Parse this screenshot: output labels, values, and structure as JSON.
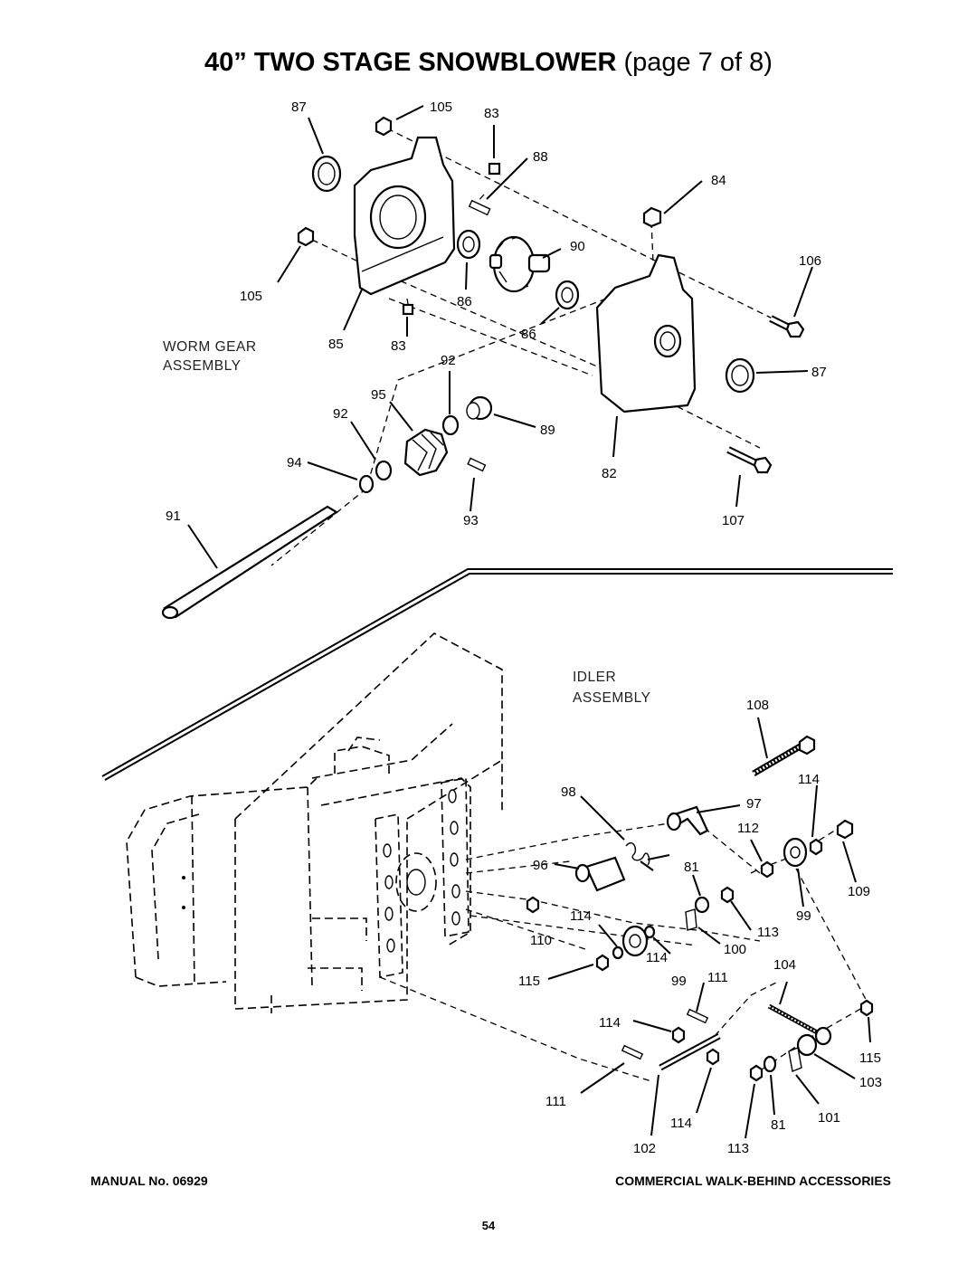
{
  "header": {
    "title_bold": "40” TWO STAGE SNOWBLOWER",
    "title_normal": "(page 7 of 8)"
  },
  "diagram": {
    "worm_gear_assembly": {
      "label_line1": "WORM GEAR",
      "label_line2": "ASSEMBLY",
      "part_numbers": [
        "87",
        "105",
        "83",
        "88",
        "84",
        "90",
        "106",
        "105",
        "86",
        "86",
        "85",
        "83",
        "92",
        "87",
        "95",
        "92",
        "89",
        "94",
        "82",
        "91",
        "93",
        "107"
      ]
    },
    "idler_assembly": {
      "label_line1": "IDLER",
      "label_line2": "ASSEMBLY",
      "part_numbers": [
        "108",
        "114",
        "98",
        "97",
        "112",
        "96",
        "81",
        "109",
        "114",
        "99",
        "110",
        "113",
        "100",
        "114",
        "104",
        "115",
        "99",
        "111",
        "114",
        "115",
        "103",
        "111",
        "101",
        "114",
        "81",
        "102",
        "113"
      ]
    }
  },
  "footer": {
    "manual_label": "MANUAL No. 06929",
    "section_label": "COMMERCIAL WALK-BEHIND ACCESSORIES",
    "page_number": "54"
  }
}
